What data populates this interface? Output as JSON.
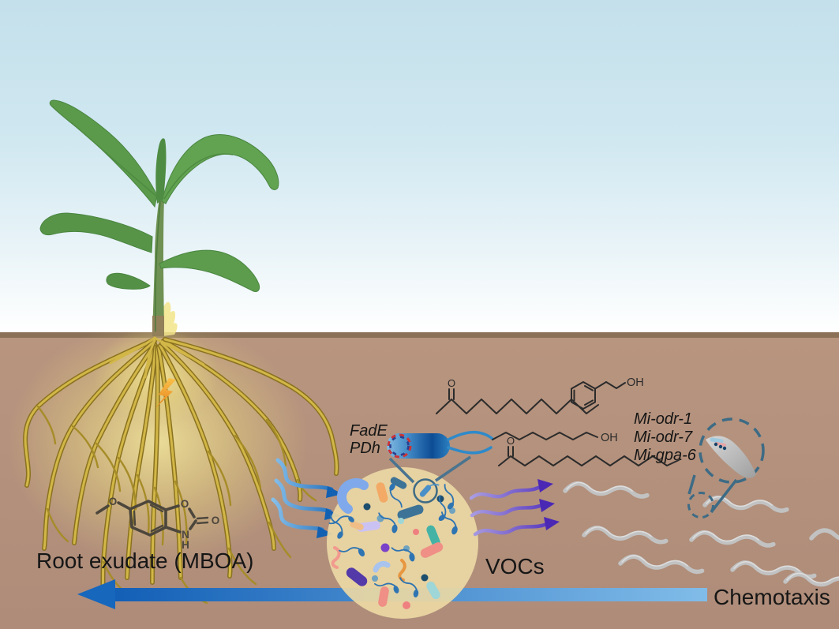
{
  "labels": {
    "root_exudate": "Root exudate (MBOA)",
    "vocs": "VOCs",
    "chemotaxis": "Chemotaxis",
    "bacterial_genes": [
      "FadE",
      "PDh"
    ],
    "nematode_genes": [
      "Mi-odr-1",
      "Mi-odr-7",
      "Mi-gpa-6"
    ]
  },
  "chemistry": {
    "mboa": {
      "methoxy_o": "O",
      "ring_o": "O",
      "carbonyl_o": "O",
      "nitrogen": "N",
      "nh_hydrogen": "H"
    },
    "methyl_ketone_top_o": "O",
    "methyl_ketone_bottom_o": "O",
    "fatty_alcohol_oh": "OH",
    "phenylethanol_oh": "OH"
  },
  "colors": {
    "sky_top": "#c4e0eb",
    "sky_bottom": "#ffffff",
    "soil": "#b5917d",
    "soil_line": "#8a7158",
    "leaf_green": "#5d9c4c",
    "root_gold": "#d2b748",
    "root_glow": "#f3e488",
    "microbiome_patch": "#ecd8a4",
    "exudate_arrow_blue": "#1160b2",
    "voc_arrow_purple": "#4b28b8",
    "chemotaxis_light": "#82bde9",
    "chemotaxis_dark": "#0f5cb5",
    "bacterium_blue": "#0d4c94",
    "plasmid_red": "#cf3333",
    "plasmid_blue": "#2a3f8f",
    "nematode_gray": "#c2c2c2",
    "magnifier_stroke": "#3d6b85",
    "spark_orange": "#f59b2c"
  }
}
